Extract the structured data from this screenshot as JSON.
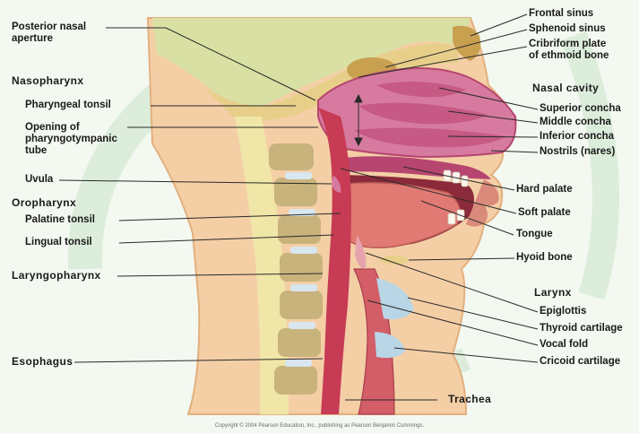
{
  "diagram": {
    "left_labels": [
      {
        "key": "posterior_nasal_aperture",
        "text": "Posterior nasal\naperture"
      },
      {
        "key": "nasopharynx",
        "text": "Nasopharynx"
      },
      {
        "key": "pharyngeal_tonsil",
        "text": "Pharyngeal tonsil"
      },
      {
        "key": "opening_pharyngotympanic",
        "text": "Opening of\npharyngotympanic\ntube"
      },
      {
        "key": "uvula",
        "text": "Uvula"
      },
      {
        "key": "oropharynx",
        "text": "Oropharynx"
      },
      {
        "key": "palatine_tonsil",
        "text": "Palatine tonsil"
      },
      {
        "key": "lingual_tonsil",
        "text": "Lingual tonsil"
      },
      {
        "key": "laryngopharynx",
        "text": "Laryngopharynx"
      },
      {
        "key": "esophagus",
        "text": "Esophagus"
      }
    ],
    "right_labels": [
      {
        "key": "frontal_sinus",
        "text": "Frontal sinus"
      },
      {
        "key": "sphenoid_sinus",
        "text": "Sphenoid sinus"
      },
      {
        "key": "cribriform_plate",
        "text": "Cribriform plate\nof ethmoid bone"
      },
      {
        "key": "nasal_cavity",
        "text": "Nasal cavity"
      },
      {
        "key": "superior_concha",
        "text": "Superior concha"
      },
      {
        "key": "middle_concha",
        "text": "Middle concha"
      },
      {
        "key": "inferior_concha",
        "text": "Inferior concha"
      },
      {
        "key": "nostrils",
        "text": "Nostrils (nares)"
      },
      {
        "key": "hard_palate",
        "text": "Hard palate"
      },
      {
        "key": "soft_palate",
        "text": "Soft palate"
      },
      {
        "key": "tongue",
        "text": "Tongue"
      },
      {
        "key": "hyoid_bone",
        "text": "Hyoid bone"
      },
      {
        "key": "larynx",
        "text": "Larynx"
      },
      {
        "key": "epiglottis",
        "text": "Epiglottis"
      },
      {
        "key": "thyroid_cartilage",
        "text": "Thyroid cartilage"
      },
      {
        "key": "vocal_fold",
        "text": "Vocal fold"
      },
      {
        "key": "cricoid_cartilage",
        "text": "Cricoid cartilage"
      }
    ],
    "bottom_labels": [
      {
        "key": "trachea",
        "text": "Trachea"
      }
    ],
    "copyright": "Copyright © 2004 Pearson Education, Inc., publishing as Pearson Benjamin Cummings."
  },
  "colors": {
    "background": "#f3f8f1",
    "skin": "#f4cfa6",
    "skin_shadow": "#e3b07e",
    "brain": "#d9e0a4",
    "bone": "#e7cf8a",
    "sinus": "#c9a050",
    "nasal_mucosa": "#d77aa0",
    "mucosa_dark": "#b6466f",
    "tongue": "#e07a72",
    "airway": "#c73b55",
    "trachea": "#d35e68",
    "spinal_cord": "#f0e6a8",
    "vertebra": "#c8b37c",
    "disc": "#d8e6ef",
    "watermark": "#c9e4c9",
    "label": "#1a1a1a",
    "leader_line": "#2a2a2a"
  }
}
